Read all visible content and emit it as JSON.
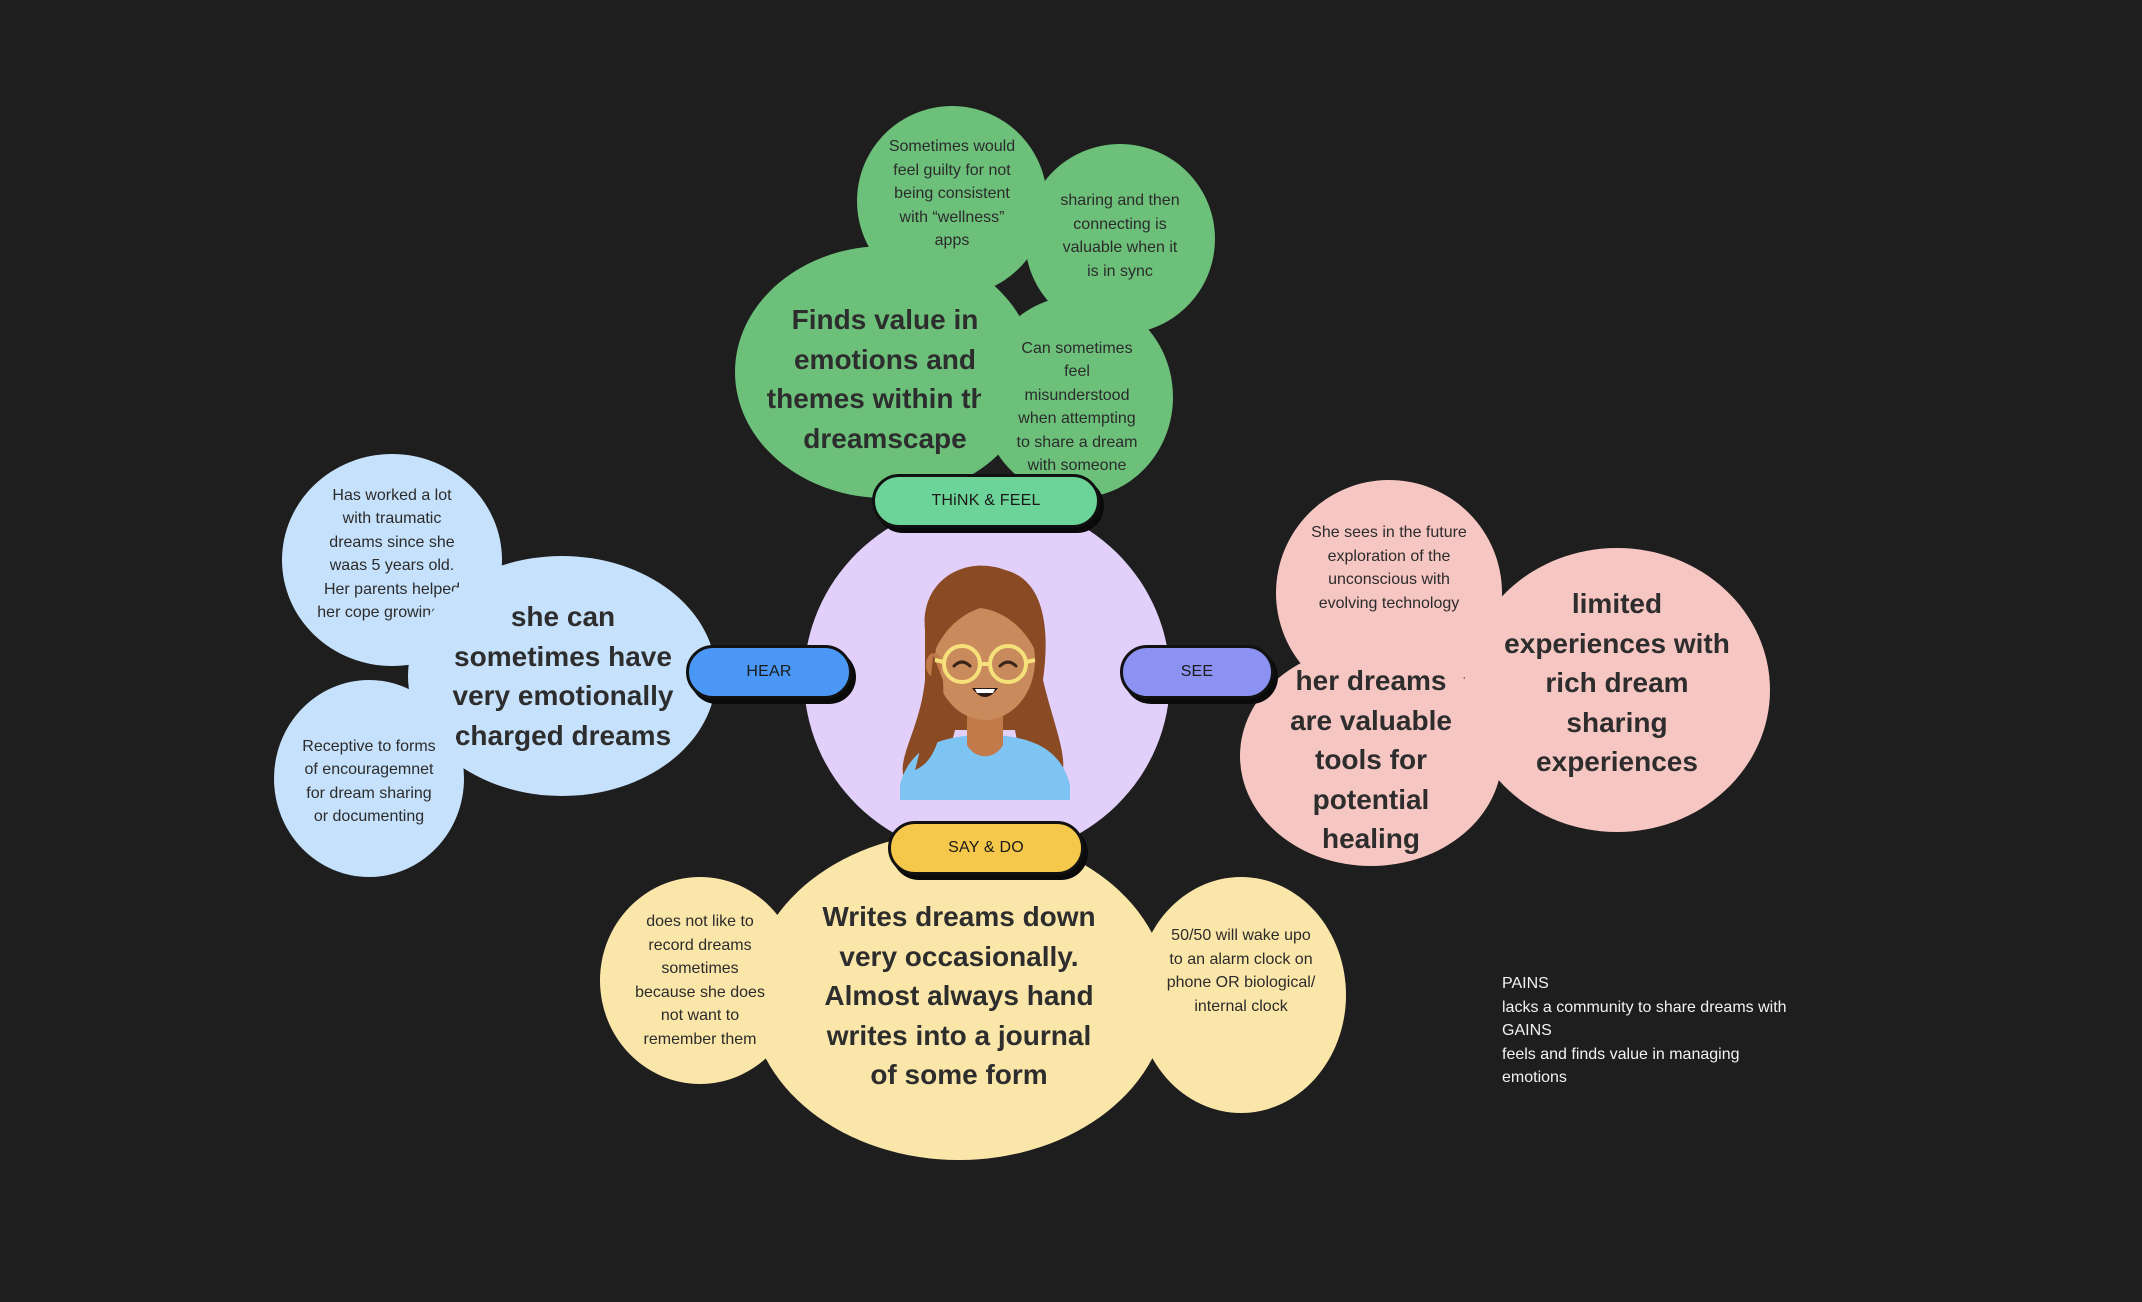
{
  "labels": {
    "think_feel": "THiNK & FEEL",
    "hear": "HEAR",
    "see": "SEE",
    "say_do": "SAY & DO"
  },
  "think_feel": {
    "main": "Finds value in emotions and themes within the dreamscape",
    "notes": [
      "Sometimes would feel guilty for not being consistent with “wellness” apps",
      "sharing and then connecting is valuable when it is in sync",
      "Can sometimes feel misunderstood when attempting to share a dream with someone"
    ]
  },
  "hear": {
    "main": "she can sometimes have very emotionally charged dreams",
    "notes": [
      "Has worked a lot with traumatic dreams since she waas 5 years old. Her parents helped her cope growing up.",
      "Receptive to forms of encouragemnet for dream sharing or documenting"
    ]
  },
  "see": {
    "main_1": "her dreams are valuable tools for potential healing",
    "main_2": "limited experiences with rich dream sharing experiences",
    "note": "She sees in the future exploration of the unconscious with evolving technology"
  },
  "say_do": {
    "main": "Writes dreams down very occasionally. Almost always hand writes into a journal of some form",
    "notes": [
      "does not like to record dreams sometimes because she does not want to remember them",
      "50/50 will wake upo to an alarm clock on phone OR biological/ internal clock"
    ]
  },
  "pains_gains": {
    "pains_title": "PAINS",
    "pains_text": "lacks a community to share dreams with",
    "gains_title": "GAINS",
    "gains_text": "feels and finds value in managing emotions"
  },
  "colors": {
    "background": "#1e1e1e",
    "think_feel": "#6cc07a",
    "think_feel_pill": "#6cd498",
    "hear": "#c6e1fb",
    "hear_pill": "#4a97f5",
    "see": "#f6c6c3",
    "see_pill": "#8c92f2",
    "say_do": "#fbe6a9",
    "say_do_pill": "#f5c74a",
    "center": "#e2cffa"
  },
  "icons": {
    "avatar": "woman-with-glasses-avatar"
  }
}
